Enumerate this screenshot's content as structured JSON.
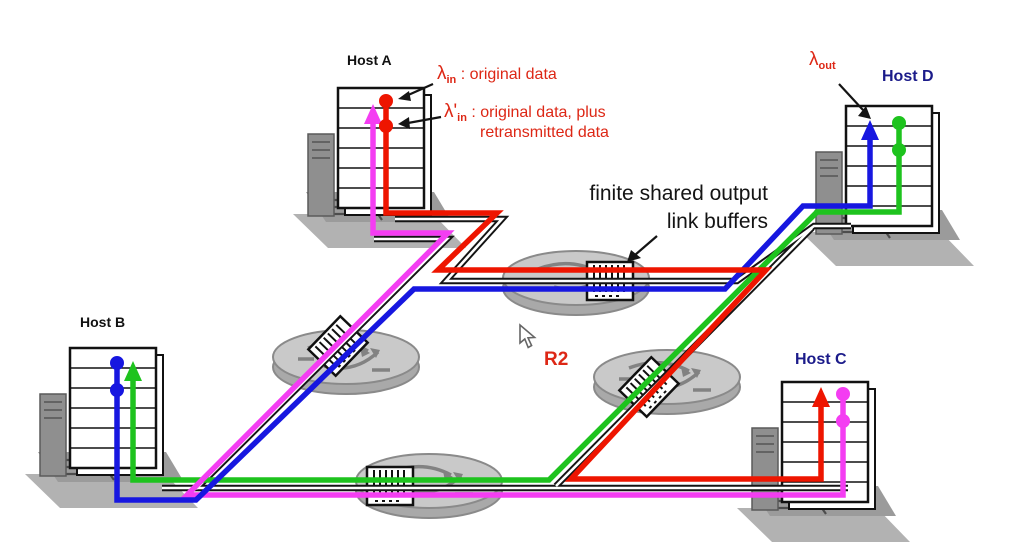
{
  "labels": {
    "host_a": "Host A",
    "host_b": "Host B",
    "host_c": "Host C",
    "host_d": "Host D",
    "r2": "R2",
    "lambda_in": {
      "sym": "λ",
      "sub": "in",
      "rest": " : original data"
    },
    "lambda_in_prime": {
      "sym": "λ'",
      "sub": "in",
      "rest": " : original data, plus",
      "line2": "retransmitted data"
    },
    "lambda_out": {
      "sym": "λ",
      "sub": "out"
    },
    "buffers": {
      "line1": "finite shared output",
      "line2": "link buffers"
    }
  },
  "colors": {
    "flow_red": "#ee1500",
    "flow_magenta": "#f43df2",
    "flow_blue": "#1717e0",
    "flow_green": "#1ec31e",
    "label_red": "#dd2715",
    "navy": "#1b1b8a",
    "link_black": "#141414",
    "router_top": "#c9c9c9",
    "router_side": "#a9a9a9",
    "router_edge": "#8a8a8a"
  }
}
